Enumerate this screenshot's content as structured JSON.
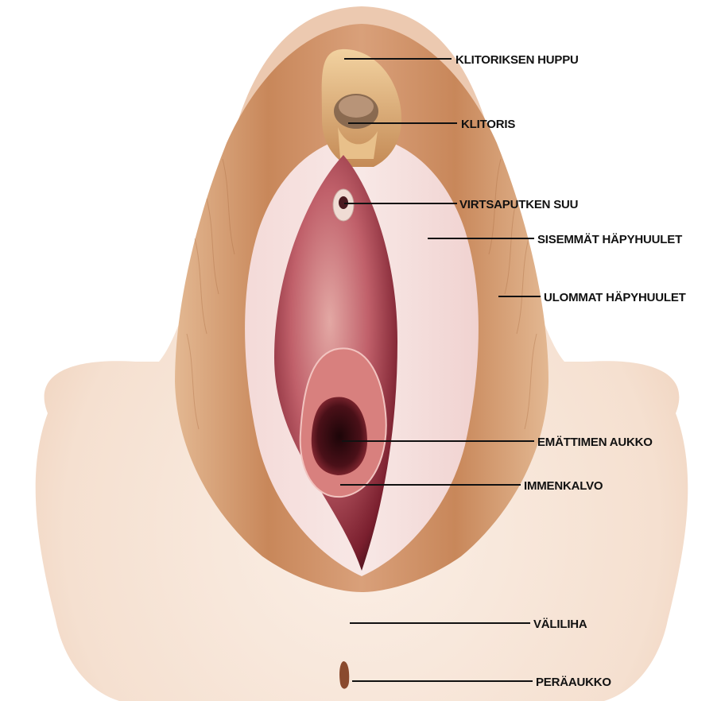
{
  "diagram": {
    "labels": [
      {
        "id": "clitoral-hood",
        "text": "KLITORIKSEN HUPPU"
      },
      {
        "id": "clitoris",
        "text": "KLITORIS"
      },
      {
        "id": "urethral-opening",
        "text": "VIRTSAPUTKEN SUU"
      },
      {
        "id": "labia-minora",
        "text": "SISEMMÄT HÄPYHUULET"
      },
      {
        "id": "labia-majora",
        "text": "ULOMMAT HÄPYHUULET"
      },
      {
        "id": "vaginal-opening",
        "text": "EMÄTTIMEN AUKKO"
      },
      {
        "id": "hymen",
        "text": "IMMENKALVO"
      },
      {
        "id": "perineum",
        "text": "VÄLILIHA"
      },
      {
        "id": "anus",
        "text": "PERÄAUKKO"
      }
    ]
  },
  "colors": {
    "skin_light": "#f6e4d6",
    "skin_mid": "#e8c0a0",
    "labia_outer": "#c98a5a",
    "labia_inner": "#f1d4d2",
    "vestibule": "#b8505a",
    "opening": "#3a0c14",
    "hood": "#d9a870"
  }
}
